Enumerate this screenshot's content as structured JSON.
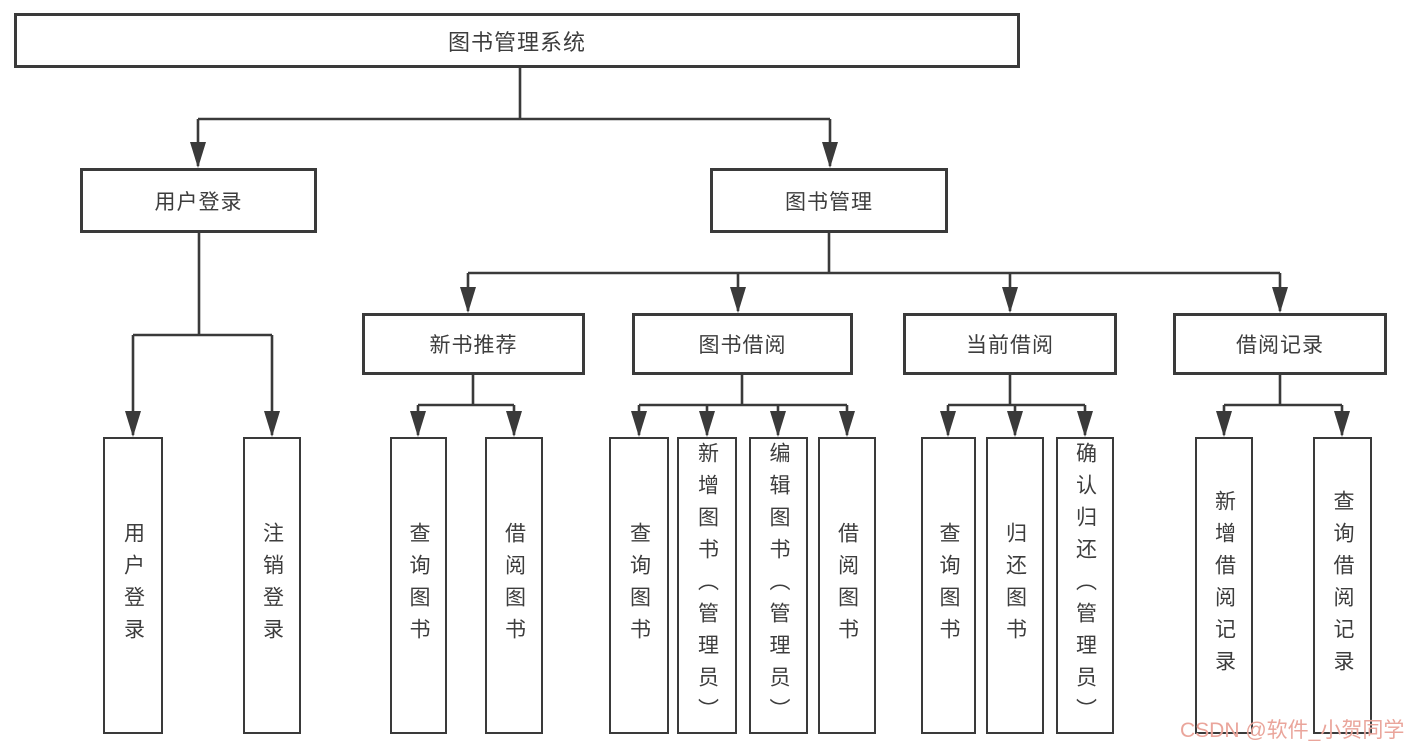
{
  "diagram": {
    "title": "图书管理系统",
    "type": "hierarchy-diagram",
    "colors": {
      "background": "#ffffff",
      "box_fill": "#ffffff",
      "box_border": "#3a3a3a",
      "line": "#3a3a3a",
      "text": "#3d3d3d",
      "watermark": "#e9a096"
    },
    "tree": {
      "root": {
        "label": "图书管理系统"
      },
      "branches": [
        {
          "label": "用户登录",
          "children": [
            {
              "label": "用户登录"
            },
            {
              "label": "注销登录"
            }
          ]
        },
        {
          "label": "图书管理",
          "children": [
            {
              "label": "新书推荐",
              "children": [
                {
                  "label": "查询图书"
                },
                {
                  "label": "借阅图书"
                }
              ]
            },
            {
              "label": "图书借阅",
              "children": [
                {
                  "label": "查询图书"
                },
                {
                  "label": "新增图书（管理员）"
                },
                {
                  "label": "编辑图书（管理员）"
                },
                {
                  "label": "借阅图书"
                }
              ]
            },
            {
              "label": "当前借阅",
              "children": [
                {
                  "label": "查询图书"
                },
                {
                  "label": "归还图书"
                },
                {
                  "label": "确认归还（管理员）"
                }
              ]
            },
            {
              "label": "借阅记录",
              "children": [
                {
                  "label": "新增借阅记录"
                },
                {
                  "label": "查询借阅记录"
                }
              ]
            }
          ]
        }
      ]
    }
  },
  "watermark": {
    "text": "CSDN @软件_小贺同学"
  }
}
